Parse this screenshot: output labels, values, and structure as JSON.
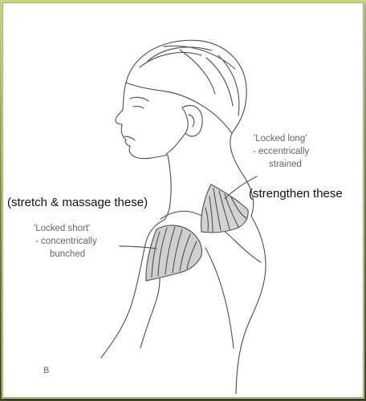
{
  "labels": {
    "left_instruction": "(stretch & massage these)",
    "right_instruction": "(strengthen these",
    "locked_long_line1": "'Locked long'",
    "locked_long_line2": "- eccentrically",
    "locked_long_line3": "strained",
    "locked_short_line1": "'Locked short'",
    "locked_short_line2": "- concentrically",
    "locked_short_line3": "bunched",
    "panel_letter": "B"
  },
  "colors": {
    "frame": "#6f7448",
    "panel": "#ffffff",
    "line": "#555555",
    "muscle_fill": "#c8c8c8"
  }
}
